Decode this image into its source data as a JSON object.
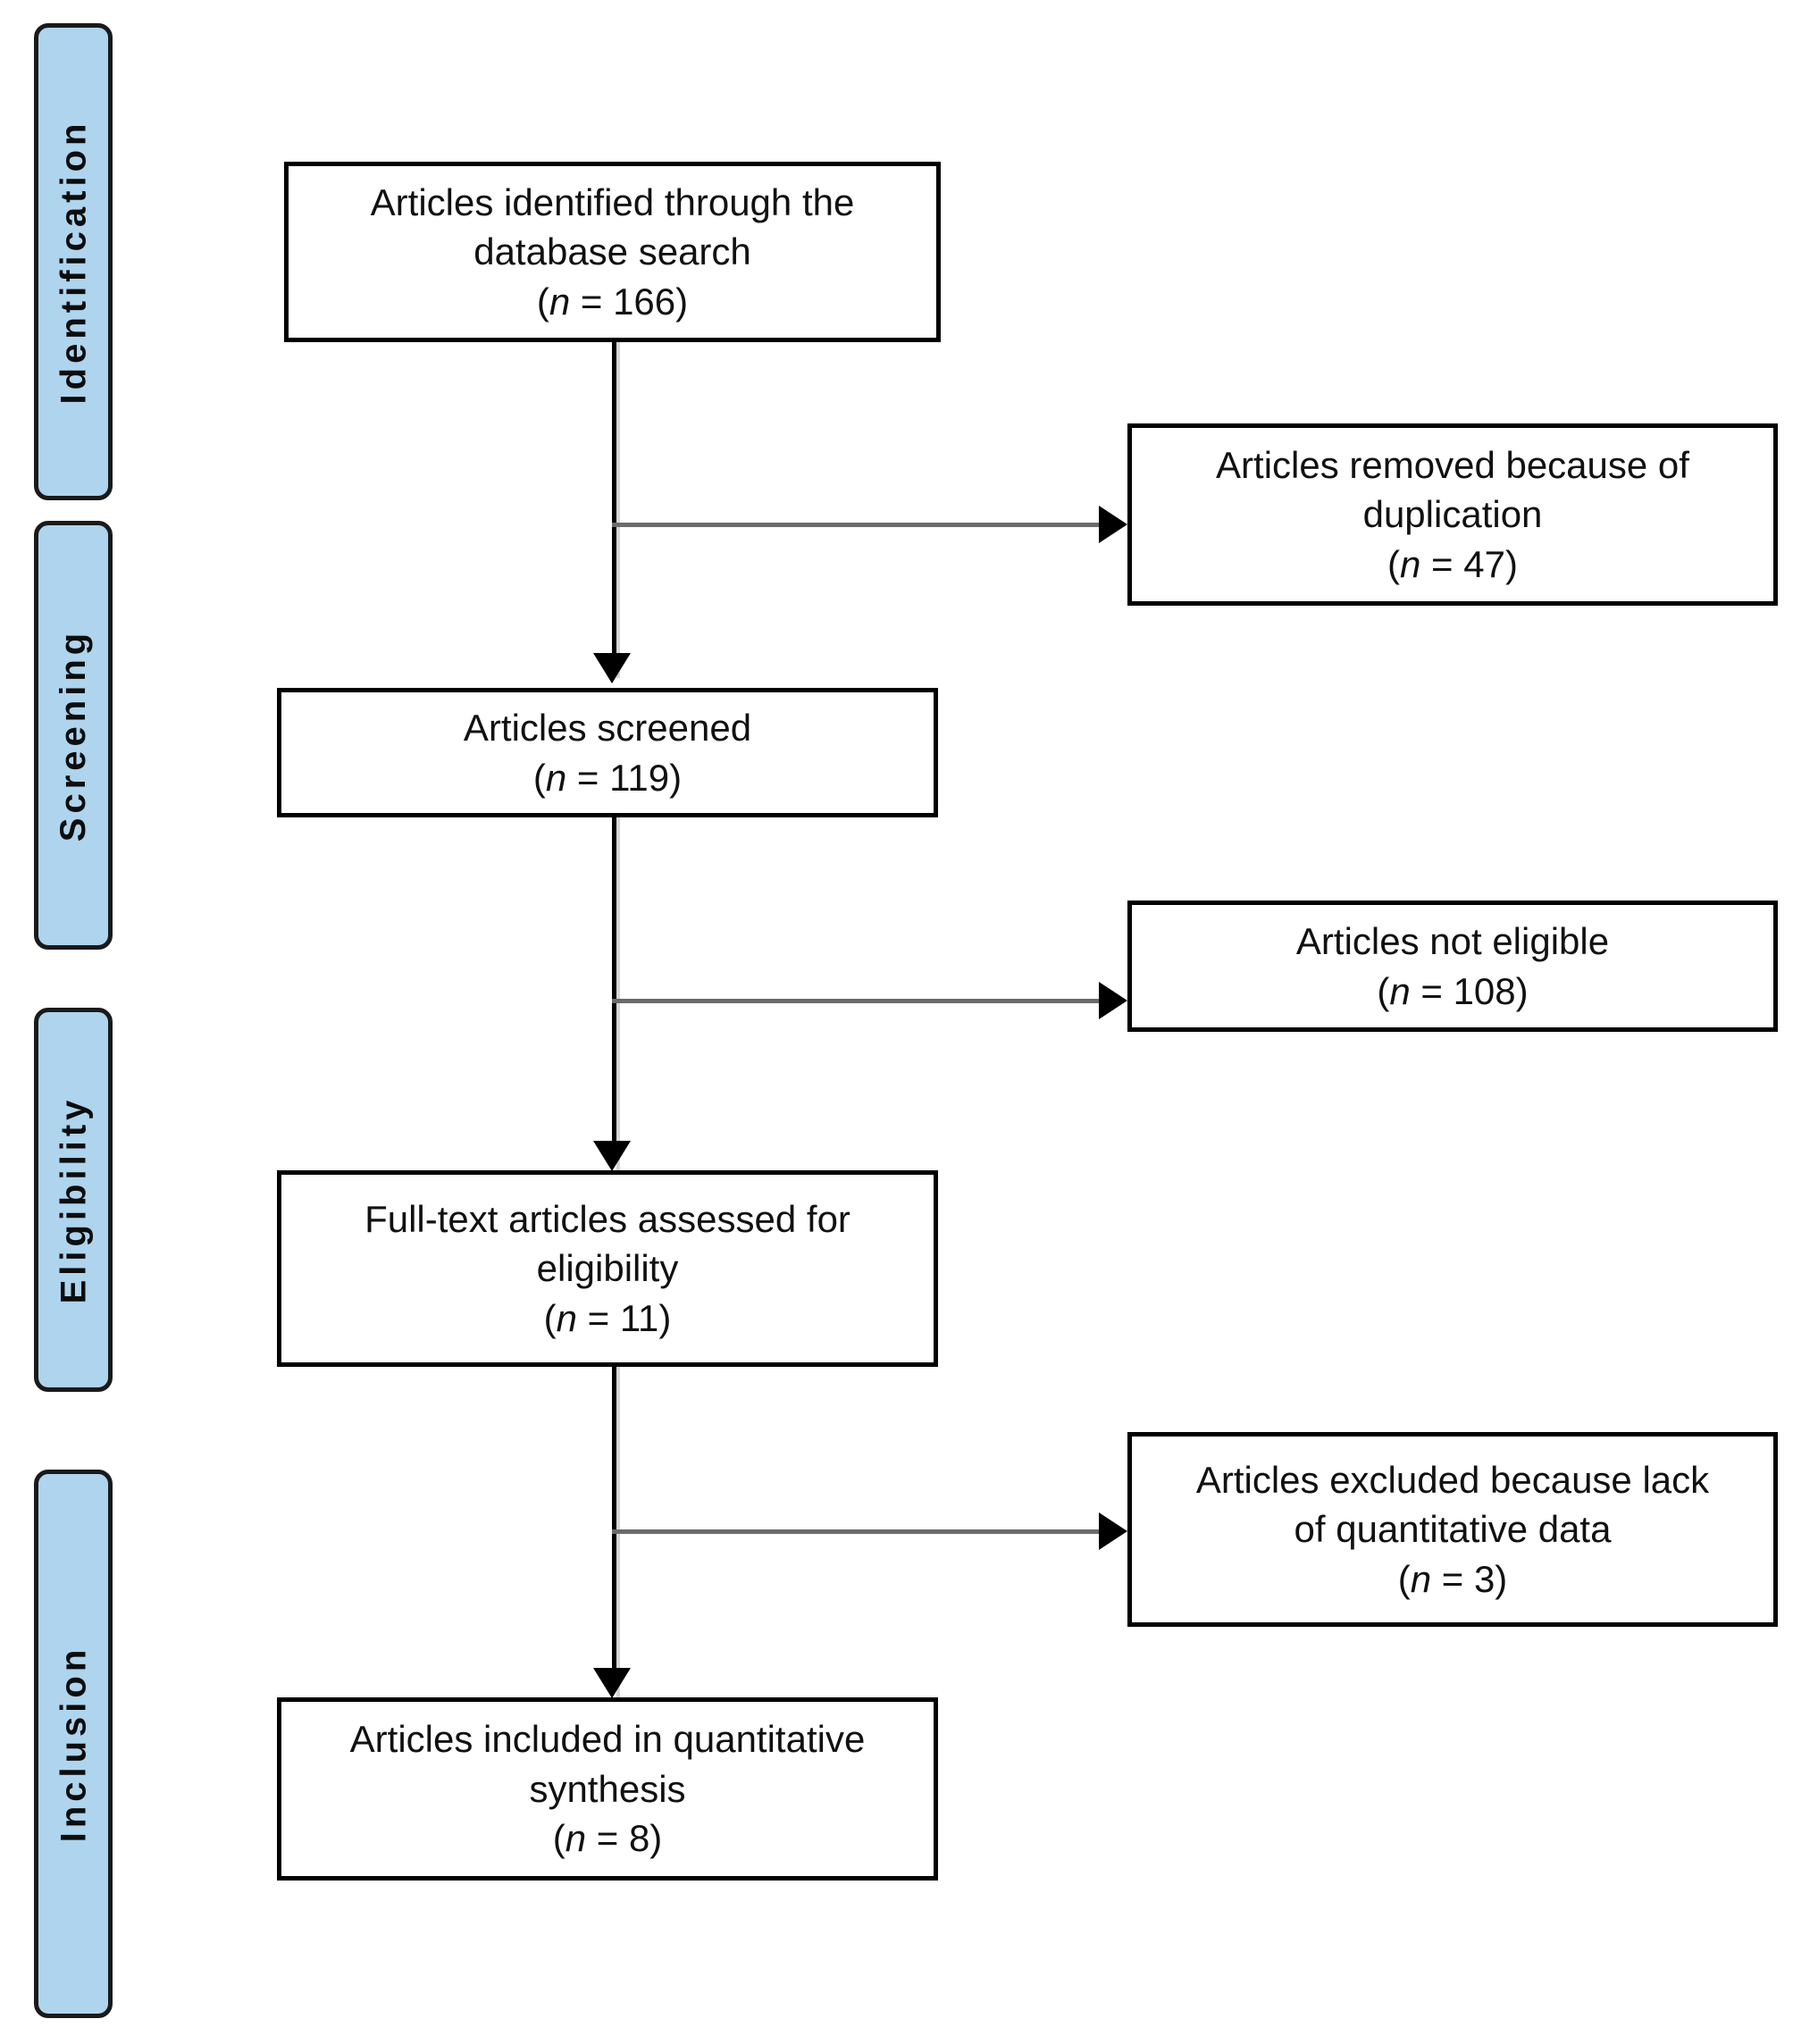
{
  "diagram": {
    "type": "prisma-flow-diagram",
    "accent_color": "#aed4ee",
    "border_color": "#000000",
    "connector_color": "#6b6b6b",
    "stages": [
      {
        "label": "Identification"
      },
      {
        "label": "Screening"
      },
      {
        "label": "Eligibility"
      },
      {
        "label": "Inclusion"
      }
    ],
    "main_boxes": [
      {
        "id": "identified",
        "lines": [
          "Articles identified through the",
          "database search"
        ],
        "count_prefix": "(",
        "count_var": "n",
        "count_eq": " = ",
        "count_value": "166",
        "count_suffix": ")"
      },
      {
        "id": "screened",
        "lines": [
          "Articles screened"
        ],
        "count_prefix": "(",
        "count_var": "n",
        "count_eq": " = ",
        "count_value": "119",
        "count_suffix": ")"
      },
      {
        "id": "full-text-assessed",
        "lines": [
          "Full-text articles assessed for",
          "eligibility"
        ],
        "count_prefix": "(",
        "count_var": "n",
        "count_eq": " = ",
        "count_value": "11",
        "count_suffix": ")"
      },
      {
        "id": "included",
        "lines": [
          "Articles included in quantitative",
          "synthesis"
        ],
        "count_prefix": "(",
        "count_var": "n",
        "count_eq": " = ",
        "count_value": "8",
        "count_suffix": ")"
      }
    ],
    "exclusion_boxes": [
      {
        "id": "removed-duplication",
        "lines": [
          "Articles removed because of",
          "duplication"
        ],
        "count_prefix": "(",
        "count_var": "n",
        "count_eq": " = ",
        "count_value": "47",
        "count_suffix": ")"
      },
      {
        "id": "not-eligible",
        "lines": [
          "Articles not eligible"
        ],
        "count_prefix": "(",
        "count_var": "n",
        "count_eq": " = ",
        "count_value": "108",
        "count_suffix": ")"
      },
      {
        "id": "excluded-lack-quantitative",
        "lines": [
          "Articles excluded because lack",
          "of quantitative data"
        ],
        "count_prefix": "(",
        "count_var": "n",
        "count_eq": " = ",
        "count_value": "3",
        "count_suffix": ")"
      }
    ]
  }
}
